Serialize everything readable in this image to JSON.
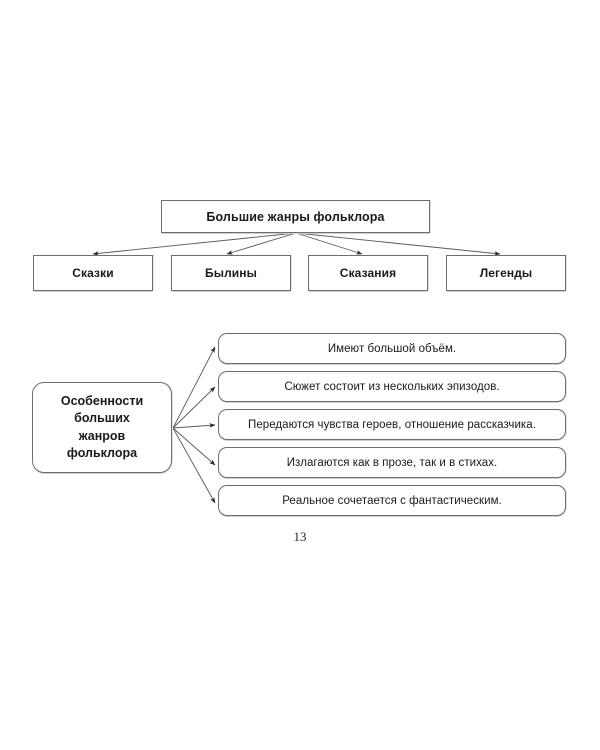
{
  "page": {
    "number": "13",
    "background": "#ffffff",
    "line_color": "#6e6e6e",
    "text_color": "#1a1a1a"
  },
  "diagram": {
    "type": "tree-diagram",
    "root": {
      "label": "Большие жанры фольклора"
    },
    "genres": [
      {
        "label": "Сказки"
      },
      {
        "label": "Былины"
      },
      {
        "label": "Сказания"
      },
      {
        "label": "Легенды"
      }
    ],
    "topic": {
      "lines": [
        "Особенности",
        "больших",
        "жанров",
        "фольклора"
      ]
    },
    "features": [
      {
        "label": "Имеют большой объём."
      },
      {
        "label": "Сюжет состоит из нескольких эпизодов."
      },
      {
        "label": "Передаются чувства героев, отношение рассказчика."
      },
      {
        "label": "Излагаются как в прозе, так и в стихах."
      },
      {
        "label": "Реальное сочетается с фантастическим."
      }
    ]
  }
}
